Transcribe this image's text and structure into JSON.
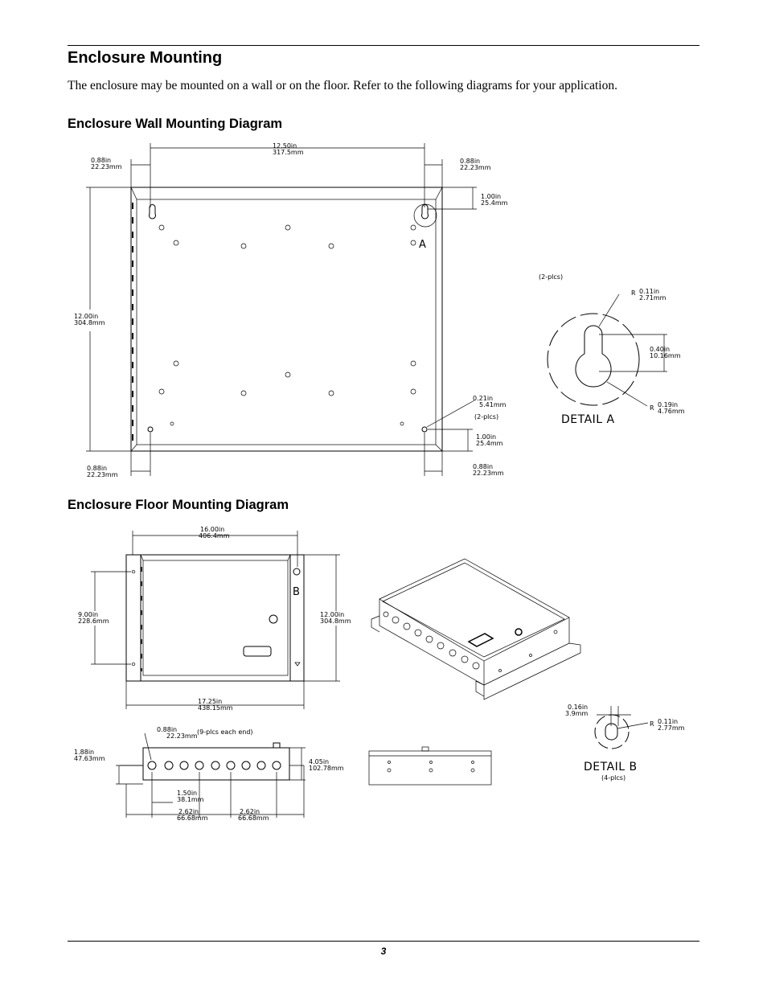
{
  "page": {
    "title": "Enclosure Mounting",
    "intro": "The enclosure may be mounted on a wall or on the floor. Refer to the following diagrams for your application.",
    "page_number": "3"
  },
  "wall": {
    "heading": "Enclosure Wall Mounting Diagram",
    "dims": {
      "top_width": [
        "12.50in",
        "317.5mm"
      ],
      "left_offset_top": [
        "0.88in",
        "22.23mm"
      ],
      "right_offset_top": [
        "0.88in",
        "22.23mm"
      ],
      "top_drop": [
        "1.00in",
        "25.4mm"
      ],
      "height": [
        "12.00in",
        "304.8mm"
      ],
      "hole_dia": [
        "0.21in",
        "5.41mm"
      ],
      "hole_count": "(2-plcs)",
      "bottom_rise": [
        "1.00in",
        "25.4mm"
      ],
      "left_offset_bottom": [
        "0.88in",
        "22.23mm"
      ],
      "right_offset_bottom": [
        "0.88in",
        "22.23mm"
      ]
    },
    "callout": "A",
    "detail": {
      "count": "(2-plcs)",
      "r_top": [
        "R",
        "0.11in",
        "2.71mm"
      ],
      "slot": [
        "0.40in",
        "10.16mm"
      ],
      "r_bottom": [
        "R",
        "0.19in",
        "4.76mm"
      ],
      "label": "DETAIL A"
    }
  },
  "floor": {
    "heading": "Enclosure Floor Mounting Diagram",
    "dims": {
      "top_width": [
        "16.00in",
        "406.4mm"
      ],
      "left_height": [
        "9.00in",
        "228.6mm"
      ],
      "right_height": [
        "12.00in",
        "304.8mm"
      ],
      "bottom_width": [
        "17.25in",
        "438.15mm"
      ],
      "hole_dia": [
        "0.88in",
        "22.23mm"
      ],
      "hole_count": "(9-plcs each end)",
      "side_height_left": [
        "1.88in",
        "47.63mm"
      ],
      "side_height_right": [
        "4.05in",
        "102.78mm"
      ],
      "spacing": [
        "1.50in",
        "38.1mm"
      ],
      "pitch_left": [
        "2.62in",
        "66.68mm"
      ],
      "pitch_right": [
        "2.62in",
        "66.68mm"
      ]
    },
    "callout": "B",
    "detail": {
      "slot_width": [
        "0.16in",
        "3.9mm"
      ],
      "r": [
        "R",
        "0.11in",
        "2.77mm"
      ],
      "label": "DETAIL B",
      "count": "(4-plcs)"
    }
  }
}
